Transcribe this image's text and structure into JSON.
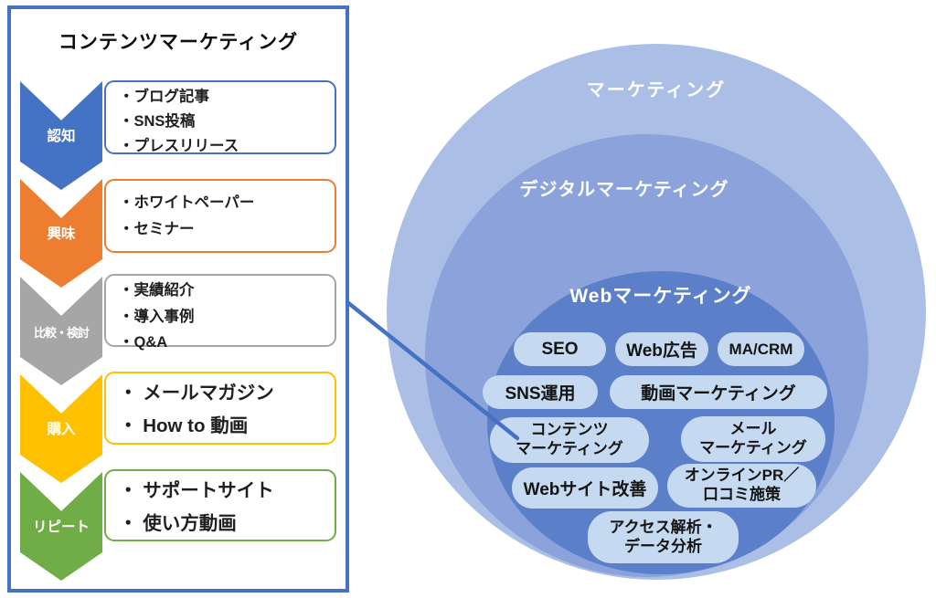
{
  "panel": {
    "title": "コンテンツマーケティング",
    "border_color": "#4472C4",
    "stages": [
      {
        "label": "認知",
        "color": "#4472C4",
        "items": [
          "・ブログ記事",
          "・SNS投稿",
          "・プレスリリース"
        ]
      },
      {
        "label": "興味",
        "color": "#ED7D31",
        "items": [
          "・ホワイトペーパー",
          "・セミナー"
        ]
      },
      {
        "label": "比較・検討",
        "color": "#A6A6A6",
        "items": [
          "・実績紹介",
          "・導入事例",
          "・Q&A"
        ]
      },
      {
        "label": "購入",
        "color": "#FFC000",
        "items": [
          "・ メールマガジン",
          "・ How to 動画"
        ]
      },
      {
        "label": "リピート",
        "color": "#70AD47",
        "items": [
          "・ サポートサイト",
          "・ 使い方動画"
        ]
      }
    ]
  },
  "venn": {
    "rings": [
      {
        "label": "マーケティング",
        "color": "#ABBEE6"
      },
      {
        "label": "デジタルマーケティング",
        "color": "#8BA3DA"
      },
      {
        "label": "Webマーケティング",
        "color": "#5B7FC9"
      }
    ],
    "pill_color": "#C5D9F1",
    "pills": [
      {
        "label": "SEO"
      },
      {
        "label": "Web広告"
      },
      {
        "label": "MA/CRM"
      },
      {
        "label": "SNS運用"
      },
      {
        "label": "動画マーケティング"
      },
      {
        "label": "コンテンツ\nマーケティング"
      },
      {
        "label": "メール\nマーケティング"
      },
      {
        "label": "Webサイト改善"
      },
      {
        "label": "オンラインPR／\n口コミ施策"
      },
      {
        "label": "アクセス解析・\nデータ分析"
      }
    ]
  },
  "connector": {
    "color": "#4472C4"
  }
}
